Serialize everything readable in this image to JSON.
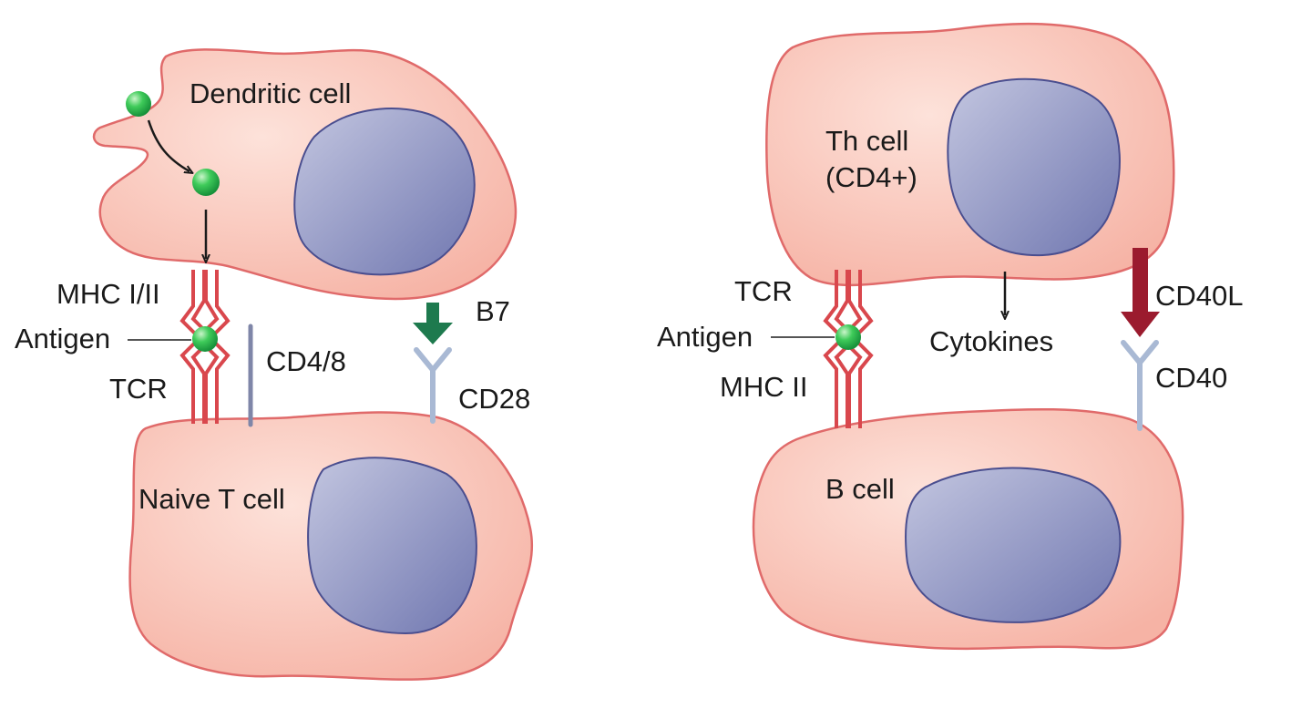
{
  "colors": {
    "cell_fill": "#f9c4b8",
    "cell_outline": "#e06a6a",
    "nucleus_fill": "#8d93c4",
    "nucleus_outline": "#4a4e8f",
    "mhc_red": "#d9474d",
    "antigen_green": "#2db54a",
    "b7_green": "#1e7a4e",
    "cd40l_red": "#9b1b2e",
    "receptor_blue": "#a9b9d4",
    "cd4_slate": "#7f86a8"
  },
  "left_panel": {
    "dendritic_cell": "Dendritic cell",
    "mhc": "MHC I/II",
    "antigen": "Antigen",
    "tcr": "TCR",
    "coreceptor": "CD4/8",
    "b7": "B7",
    "cd28": "CD28",
    "t_cell": "Naive T cell"
  },
  "right_panel": {
    "th_cell_line1": "Th cell",
    "th_cell_line2": "(CD4+)",
    "tcr": "TCR",
    "antigen": "Antigen",
    "mhc": "MHC II",
    "cytokines": "Cytokines",
    "cd40l": "CD40L",
    "cd40": "CD40",
    "b_cell": "B cell"
  }
}
